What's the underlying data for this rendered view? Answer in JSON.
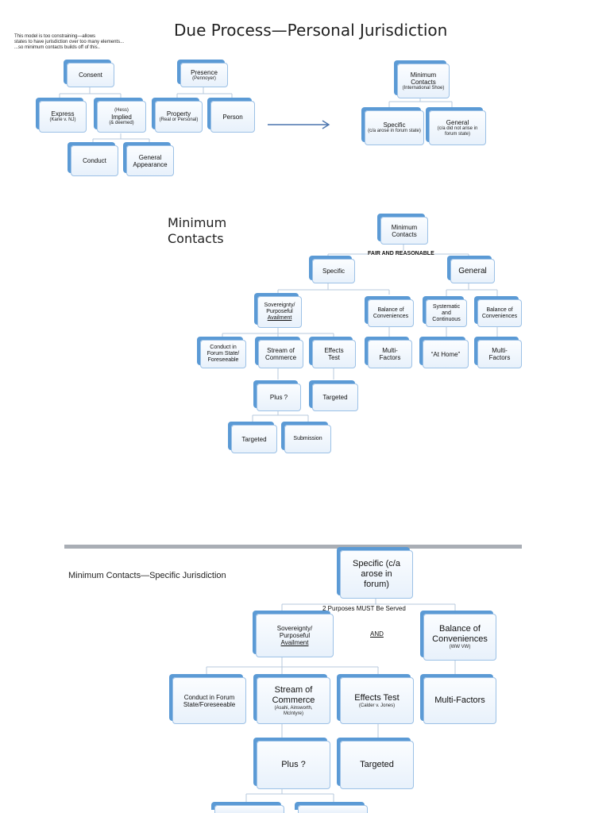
{
  "page1": {
    "title": "Due Process—Personal Jurisdiction",
    "note": [
      "This model is too constraining—allows",
      "states to have jurisdiction over too many elements...",
      "...so minimum contacts builds off of this.."
    ],
    "consent": "Consent",
    "presence": "Presence",
    "presence_sub": "(Pennoyer)",
    "express": "Express",
    "express_sub": "(Kane v. NJ)",
    "implied_pre": "(Hess)",
    "implied": "Implied",
    "implied_sub": "(& deemed)",
    "property": "Property",
    "property_sub": "(Real or Personal)",
    "person": "Person",
    "conduct": "Conduct",
    "general_appearance_1": "General",
    "general_appearance_2": "Appearance",
    "mc_1": "Minimum",
    "mc_2": "Contacts",
    "mc_sub": "(International Shoe)",
    "specific": "Specific",
    "specific_sub": "(c/a arose in  forum state)",
    "general": "General",
    "general_sub_1": "(c/a did not arise in",
    "general_sub_2": "forum state)"
  },
  "page2": {
    "title_1": "Minimum",
    "title_2": "Contacts",
    "mc_1": "Minimum",
    "mc_2": "Contacts",
    "fair": "FAIR AND REASONABLE",
    "specific": "Specific",
    "general": "General",
    "sov_1": "Sovereignty/",
    "sov_2": "Purposeful",
    "sov_3": "Availment",
    "balance_1": "Balance of",
    "balance_2": "Conveniences",
    "systematic_1": "Systematic",
    "systematic_2": "and",
    "systematic_3": "Continuous",
    "balance2_1": "Balance of",
    "balance2_2": "Conveniences",
    "conduct_1": "Conduct in",
    "conduct_2": "Forum State/",
    "conduct_3": "Foreseeable",
    "stream_1": "Stream of",
    "stream_2": "Commerce",
    "effects_1": "Effects",
    "effects_2": "Test",
    "multi_1": "Multi-",
    "multi_2": "Factors",
    "at_home": "“At Home”",
    "multi2_1": "Multi-",
    "multi2_2": "Factors",
    "plus": "Plus ?",
    "targeted": "Targeted",
    "targeted2": "Targeted",
    "submission": "Submission"
  },
  "page3": {
    "title": "Minimum Contacts—Specific Jurisdiction",
    "specific_1": "Specific (c/a",
    "specific_2": "arose in",
    "specific_3": "forum)",
    "purposes": "2 Purposes MUST Be Served",
    "and": "AND",
    "sov_1": "Sovereignty/",
    "sov_2": "Purposeful",
    "sov_3": "Availment",
    "balance_1": "Balance of",
    "balance_2": "Conveniences",
    "balance_sub": "(WW VW)",
    "conduct_1": "Conduct in Forum",
    "conduct_2": "State/Foreseeable",
    "stream_1": "Stream of",
    "stream_2": "Commerce",
    "stream_sub_1": "(Asahi, Ainsworth,",
    "stream_sub_2": "McIntyre)",
    "effects": "Effects Test",
    "effects_sub": "(Calder v. Jones)",
    "multi": "Multi-Factors",
    "plus": "Plus ?",
    "targeted": "Targeted"
  },
  "colors": {
    "box_border": "#9cc1e6",
    "box_shadow": "#5b9ad5",
    "arrow": "#4a74ad",
    "divider": "#a9aeb5"
  }
}
